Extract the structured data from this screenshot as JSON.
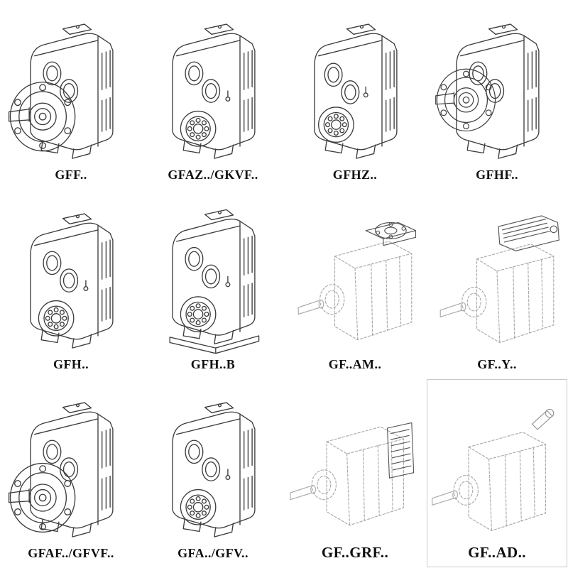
{
  "colors": {
    "background": "#ffffff",
    "line_solid": "#3c3c3c",
    "line_phantom": "#a9a9a9",
    "label_text": "#101010"
  },
  "grid": {
    "cells": [
      {
        "id": "gff",
        "label": "GFF..",
        "drawing": "gearbox-flange-output",
        "line_style": "solid"
      },
      {
        "id": "gfaz-gkvf",
        "label": "GFAZ../GKVF..",
        "drawing": "gearbox-shaft-bores",
        "line_style": "solid"
      },
      {
        "id": "gfhz",
        "label": "GFHZ..",
        "drawing": "gearbox-shaft-bores",
        "line_style": "solid"
      },
      {
        "id": "gfhf",
        "label": "GFHF..",
        "drawing": "gearbox-flange-output",
        "line_style": "solid"
      },
      {
        "id": "gfh",
        "label": "GFH..",
        "drawing": "gearbox-shaft-bores",
        "line_style": "solid"
      },
      {
        "id": "gfh-b",
        "label": "GFH..B",
        "drawing": "gearbox-with-base",
        "line_style": "solid"
      },
      {
        "id": "gf-am",
        "label": "GF..AM..",
        "drawing": "gearbox-motor-adapter-flange",
        "line_style": "phantom"
      },
      {
        "id": "gf-y",
        "label": "GF..Y..",
        "drawing": "gearbox-with-motor",
        "line_style": "phantom"
      },
      {
        "id": "gfaf-gfvf",
        "label": "GFAF../GFVF..",
        "drawing": "gearbox-flange-output",
        "line_style": "solid"
      },
      {
        "id": "gfa-gfv",
        "label": "GFA../GFV..",
        "drawing": "gearbox-shaft-bores",
        "line_style": "solid"
      },
      {
        "id": "gf-grf",
        "label": "GF..GRF..",
        "drawing": "gearbox-backstop-box",
        "line_style": "phantom"
      },
      {
        "id": "gf-ad",
        "label": "GF..AD..",
        "drawing": "gearbox-input-adapter",
        "line_style": "phantom"
      }
    ]
  }
}
